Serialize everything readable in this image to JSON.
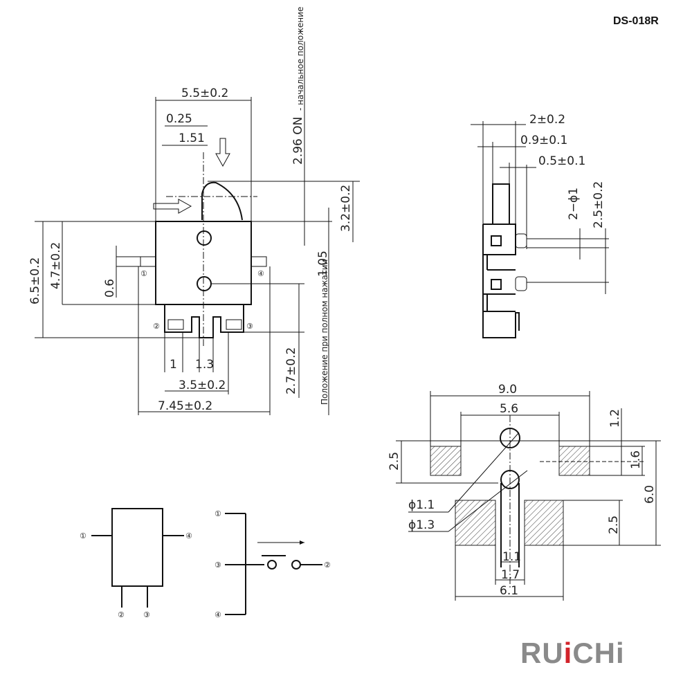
{
  "model_code": "DS-018R",
  "brand": {
    "before_dot": "RU",
    "dot_letter": "i",
    "after_dot": "CHi",
    "dot_color": "#d2232a",
    "text_color": "#8a8a8a"
  },
  "front_view": {
    "dim_width": "5.5±0.2",
    "dim_0_25": "0.25",
    "dim_1_51": "1.51",
    "dim_2_96": "2.96 ON",
    "note_start": "- начальное положение",
    "dim_3_2": "3.2±0.2",
    "dim_1_05": "1.05",
    "note_pressed": "Положение при полном нажатии",
    "dim_6_5": "6.5±0.2",
    "dim_4_7": "4.7±0.2",
    "dim_0_6": "0.6",
    "dim_1": "1",
    "dim_1_3": "1.3",
    "dim_3_5": "3.5±0.2",
    "dim_2_7": "2.7±0.2",
    "dim_7_45": "7.45±0.2",
    "pin1": "①",
    "pin2": "②",
    "pin3": "③",
    "pin4": "④"
  },
  "side_view": {
    "dim_2": "2±0.2",
    "dim_0_9": "0.9±0.1",
    "dim_0_5": "0.5±0.1",
    "dim_2_phi1": "2−ϕ1",
    "dim_2_5": "2.5±0.2"
  },
  "pcb_layout": {
    "dim_9_0": "9.0",
    "dim_5_6": "5.6",
    "dim_1_2": "1.2",
    "dim_2_5_top": "2.5",
    "dim_1_6": "1.6",
    "dim_6_0": "6.0",
    "dim_phi1_1": "ϕ1.1",
    "dim_phi1_3": "ϕ1.3",
    "dim_2_5_bottom": "2.5",
    "dim_1_1": "1.1",
    "dim_1_7": "1.7",
    "dim_6_1": "6.1"
  },
  "schematic": {
    "box_pin1": "①",
    "box_pin4": "④",
    "box_pin2": "②",
    "box_pin3": "③",
    "sw_pin1": "①",
    "sw_pin3": "③",
    "sw_pin4": "④",
    "sw_pin2": "②"
  }
}
